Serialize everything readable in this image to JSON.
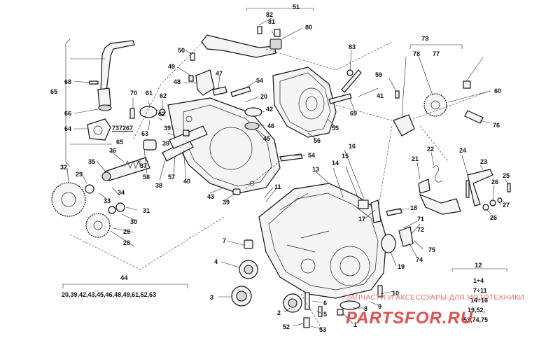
{
  "callouts": {
    "c1": "1",
    "c2": "2",
    "c3": "3",
    "c4": "4",
    "c5": "5",
    "c6": "6",
    "c7": "7",
    "c8": "8",
    "c9": "9",
    "c10": "10",
    "c11": "11",
    "c12": "12",
    "c13": "13",
    "c14": "14",
    "c15": "15",
    "c16": "16",
    "c17": "17",
    "c18": "18",
    "c19": "19",
    "c20": "20",
    "c21": "21",
    "c22": "22",
    "c23": "23",
    "c24": "24",
    "c25": "25",
    "c26a": "26",
    "c26b": "26",
    "c27": "27",
    "c28": "28",
    "c29a": "29",
    "c29b": "29",
    "c30": "30",
    "c31": "31",
    "c32": "32",
    "c33": "33",
    "c34": "34",
    "c35": "35",
    "c36": "36",
    "c37": "37",
    "c38": "38",
    "c39a": "39",
    "c39b": "39",
    "c40": "40",
    "c41": "41",
    "c43": "43",
    "c44": "44",
    "c45": "45",
    "c46": "46",
    "c47": "47",
    "c48": "48",
    "c49": "49",
    "c50": "50",
    "c51": "51",
    "c52": "52",
    "c53": "53",
    "c54a": "54",
    "c54b": "54",
    "c55": "55",
    "c56": "56",
    "c57": "57",
    "c58": "58",
    "c59": "59",
    "c60": "60",
    "c61": "61",
    "c62": "62",
    "c63": "63",
    "c64": "64",
    "c65a": "65",
    "c65b": "65",
    "c66": "66",
    "c68": "68",
    "c69": "69",
    "c70": "70",
    "c71": "71",
    "c74": "74",
    "c75": "75",
    "c76": "76",
    "c77": "77",
    "c78": "78",
    "c79": "79",
    "c80": "80",
    "c81": "81",
    "c82": "82",
    "c83": "83"
  },
  "notes": {
    "kit_65": "737267",
    "group_44_list": "20,39,42,43,45,46,48,49,61,62,63",
    "group_12": [
      "1÷4",
      "7÷11",
      "14÷16",
      "19,52,",
      "53,74,75"
    ]
  },
  "watermark": {
    "tagline": "ЗАПЧАСТИ И АКСЕССУАРЫ ДЛЯ МОТОТЕХНИКИ",
    "brand": "PARTSFOR.RU"
  },
  "colors": {
    "ink": "#111111",
    "watermark": "#e05050"
  }
}
